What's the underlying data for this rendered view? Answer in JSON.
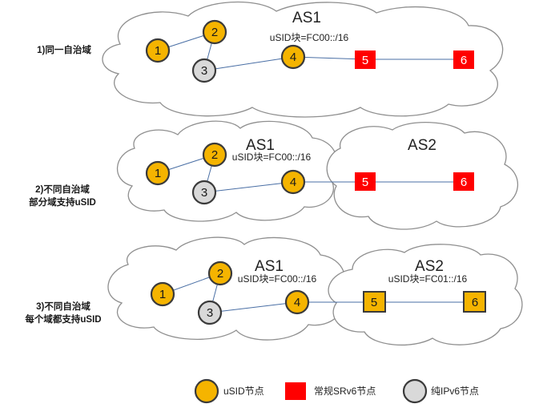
{
  "sections": [
    {
      "label_lines": [
        "1)同一自治域"
      ],
      "as": [
        {
          "title": "AS1",
          "block": "uSID块=FC00::/16"
        }
      ],
      "nodes": {
        "n1": "1",
        "n2": "2",
        "n3": "3",
        "n4": "4",
        "n5": "5",
        "n6": "6"
      }
    },
    {
      "label_lines": [
        "2)不同自治域",
        "部分域支持uSID"
      ],
      "as": [
        {
          "title": "AS1",
          "block": "uSID块=FC00::/16"
        },
        {
          "title": "AS2",
          "block": ""
        }
      ],
      "nodes": {
        "n1": "1",
        "n2": "2",
        "n3": "3",
        "n4": "4",
        "n5": "5",
        "n6": "6"
      }
    },
    {
      "label_lines": [
        "3)不同自治域",
        "每个域都支持uSID"
      ],
      "as": [
        {
          "title": "AS1",
          "block": "uSID块=FC00::/16"
        },
        {
          "title": "AS2",
          "block": "uSID块=FC01::/16"
        }
      ],
      "nodes": {
        "n1": "1",
        "n2": "2",
        "n3": "3",
        "n4": "4",
        "n5": "5",
        "n6": "6"
      }
    }
  ],
  "legend": {
    "usid": "uSID节点",
    "srv6": "常规SRv6节点",
    "ipv6": "纯IPv6节点"
  },
  "colors": {
    "usid": "#f5b400",
    "srv6": "#ff0000",
    "ipv6": "#d9d9d9"
  }
}
